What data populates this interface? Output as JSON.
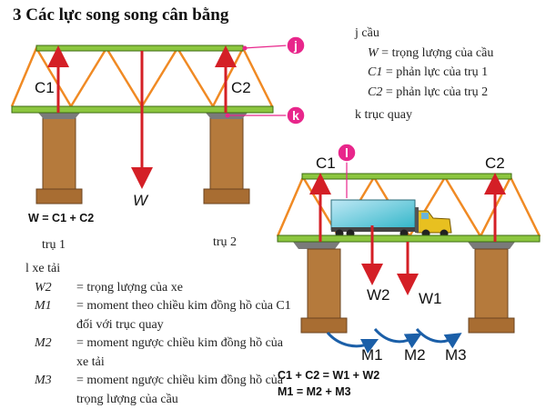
{
  "title": "3 Các lực song song cân bằng",
  "badges": {
    "j": "j",
    "k": "k",
    "l": "l"
  },
  "labels": {
    "C1": "C1",
    "C2": "C2",
    "W": "W",
    "W1": "W1",
    "W2": "W2",
    "M1": "M1",
    "M2": "M2",
    "M3": "M3"
  },
  "equation_left": "W = C1 + C2",
  "equations_right": [
    "C1 + C2 = W1 + W2",
    "M1 = M2 + M3"
  ],
  "pier_labels": [
    "trụ 1",
    "trụ 2"
  ],
  "legend_top": {
    "j_text": "j cầu",
    "items": [
      {
        "sym": "W",
        "text": "= trọng lượng của cầu"
      },
      {
        "sym": "C1",
        "text": "= phản lực của trụ 1"
      },
      {
        "sym": "C2",
        "text": "= phản lực của trụ 2"
      }
    ],
    "k_text": "k trục quay"
  },
  "legend_bottom": {
    "l_text": "l xe tải",
    "items": [
      {
        "sym": "W2",
        "text": "= trọng lượng của xe"
      },
      {
        "sym": "M1",
        "text": "= moment theo chiều kim đồng hồ của C1 đối với trục quay"
      },
      {
        "sym": "M2",
        "text": "= moment ngược chiều kim đồng hồ của xe tải"
      },
      {
        "sym": "M3",
        "text": "= moment ngược chiều kim đồng hồ của trọng lượng của cầu"
      }
    ]
  },
  "colors": {
    "pier": "#b57a3c",
    "truss": "#f08a24",
    "deck": "#8cc63f",
    "force_arrow": "#d41f26",
    "moment_arrow": "#1b5fa8",
    "badge": "#e8268b"
  }
}
